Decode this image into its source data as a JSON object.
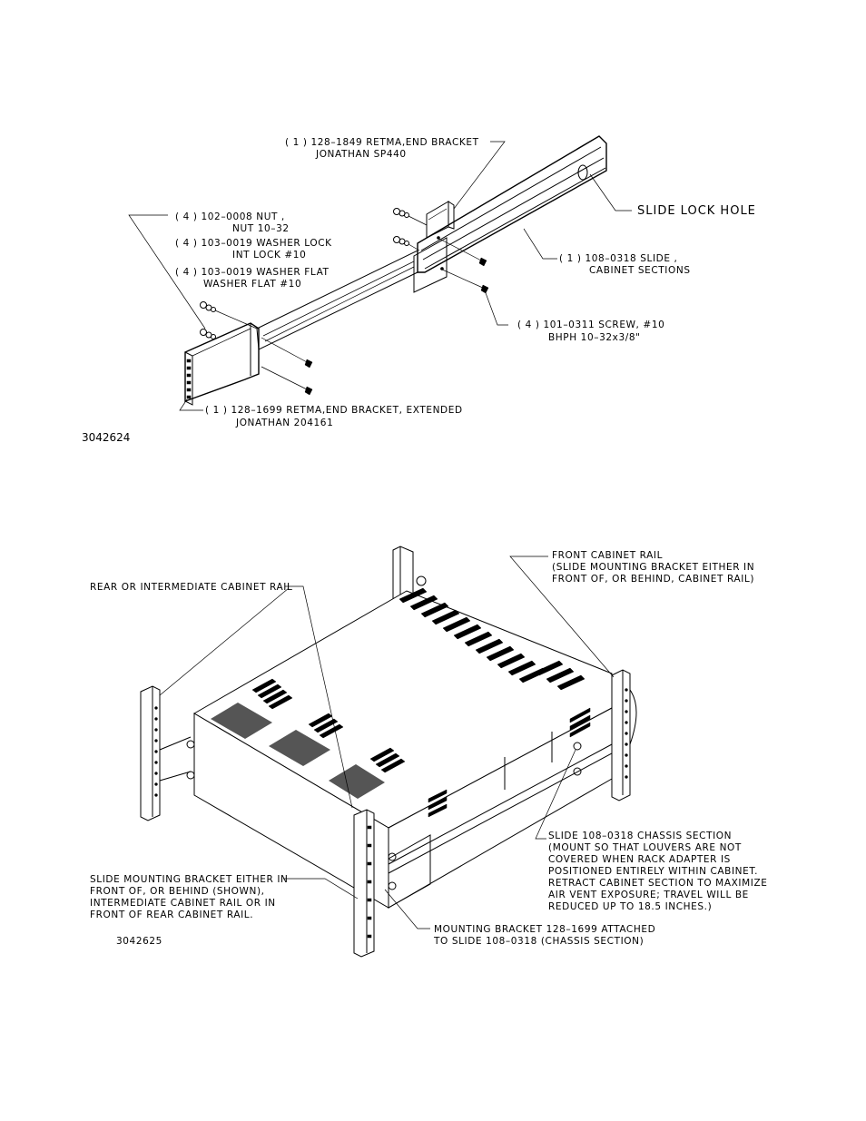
{
  "figure1": {
    "end_bracket_label": [
      "( 1 )  128–1849  RETMA,END BRACKET",
      "JONATHAN SP440"
    ],
    "slide_lock_label": "SLIDE LOCK HOLE",
    "nut_label": [
      "( 4 )  102–0008  NUT    ,",
      "NUT 10–32"
    ],
    "washer_lock_label": [
      "( 4 )  103–0019  WASHER LOCK",
      "INT LOCK #10"
    ],
    "washer_flat_label": [
      "( 4 )  103–0019  WASHER FLAT",
      "WASHER FLAT #10"
    ],
    "slide_label": [
      "( 1 )  108–0318  SLIDE ,",
      "CABINET SECTIONS"
    ],
    "screw_label": [
      "( 4 )  101–0311   SCREW, #10",
      "BHPH  10–32x3/8\""
    ],
    "extended_bracket_label": [
      "( 1 )  128–1699  RETMA,END BRACKET, EXTENDED",
      "JONATHAN  204161"
    ],
    "figure_number": "3042624"
  },
  "figure2": {
    "rear_rail_label": "REAR OR INTERMEDIATE CABINET RAIL",
    "front_rail_label": [
      "FRONT CABINET RAIL",
      "(SLIDE MOUNTING BRACKET EITHER IN",
      "FRONT OF, OR BEHIND, CABINET RAIL)"
    ],
    "chassis_section_label": [
      "SLIDE 108–0318 CHASSIS SECTION",
      "(MOUNT SO THAT LOUVERS ARE NOT",
      "COVERED WHEN RACK ADAPTER IS",
      "POSITIONED ENTIRELY WITHIN CABINET.",
      "RETRACT CABINET SECTION TO MAXIMIZE",
      "AIR VENT EXPOSURE; TRAVEL WILL BE",
      "REDUCED UP TO 18.5 INCHES.)"
    ],
    "bracket_position_label": [
      "SLIDE MOUNTING BRACKET EITHER IN",
      "FRONT OF, OR BEHIND (SHOWN),",
      "INTERMEDIATE CABINET RAIL OR IN",
      "FRONT OF REAR CABINET RAIL."
    ],
    "mounting_bracket_label": [
      "MOUNTING BRACKET 128–1699 ATTACHED",
      "TO SLIDE 108–0318 (CHASSIS SECTION)"
    ],
    "figure_number": "3042625"
  }
}
